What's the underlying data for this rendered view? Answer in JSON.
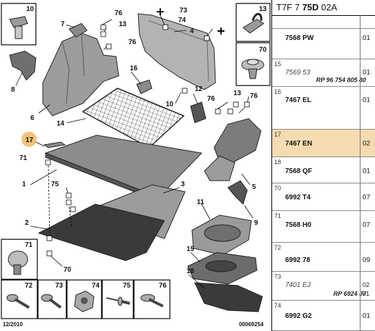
{
  "callouts": {
    "c1": "1",
    "c2": "2",
    "c3": "3",
    "c4": "4",
    "c5": "5",
    "c6": "6",
    "c7": "7",
    "c8": "8",
    "c9": "9",
    "c10": "10",
    "c11": "11",
    "c12": "12",
    "c13a": "13",
    "c13b": "13",
    "c14": "14",
    "c15": "15",
    "c16": "16",
    "c17": "17",
    "c18": "18",
    "c70": "70",
    "c71": "71",
    "c73": "73",
    "c74": "74",
    "c75": "75",
    "c76a": "76",
    "c76b": "76",
    "c76c": "76",
    "c76d": "76"
  },
  "boxes": {
    "b10": "10",
    "b13": "13",
    "b70": "70",
    "b71": "71",
    "b72": "72",
    "b73": "73",
    "b74": "74",
    "b75": "75",
    "b76": "76"
  },
  "footer": {
    "date": "12/2010",
    "code": "00069254"
  },
  "panel": {
    "title_prefix": "T7F 7 ",
    "title_bold": "75D",
    "title_suffix": " 02A",
    "rows": [
      {
        "idx": "",
        "ref": "7568 PW",
        "sub": "",
        "qty": "01",
        "qty2": ""
      },
      {
        "idx": "15",
        "ref": "7569 53",
        "sub": "RP 96 754 805 80",
        "qty": "01",
        "qty2": ""
      },
      {
        "idx": "16",
        "ref": "7467 EL",
        "sub": "",
        "qty": "01",
        "qty2": ""
      },
      {
        "idx": "17",
        "ref": "7467 EN",
        "sub": "",
        "qty": "02",
        "qty2": ""
      },
      {
        "idx": "18",
        "ref": "7568 QF",
        "sub": "",
        "qty": "01",
        "qty2": ""
      },
      {
        "idx": "70",
        "ref": "6992 T4",
        "sub": "",
        "qty": "07",
        "qty2": ""
      },
      {
        "idx": "71",
        "ref": "7568 H0",
        "sub": "",
        "qty": "07",
        "qty2": ""
      },
      {
        "idx": "72",
        "ref": "6992 78",
        "sub": "",
        "qty": "09",
        "qty2": ""
      },
      {
        "idx": "73",
        "ref": "7401 EJ",
        "sub": "RP 6924 J7",
        "qty": "02",
        "qty2": "01"
      },
      {
        "idx": "74",
        "ref": "6992 G2",
        "sub": "",
        "qty": "01",
        "qty2": ""
      }
    ]
  },
  "colors": {
    "highlight": "#f6dbb0",
    "marker": "#f2c27b",
    "part": "#8c8c8c",
    "dark": "#3a3a3a"
  }
}
